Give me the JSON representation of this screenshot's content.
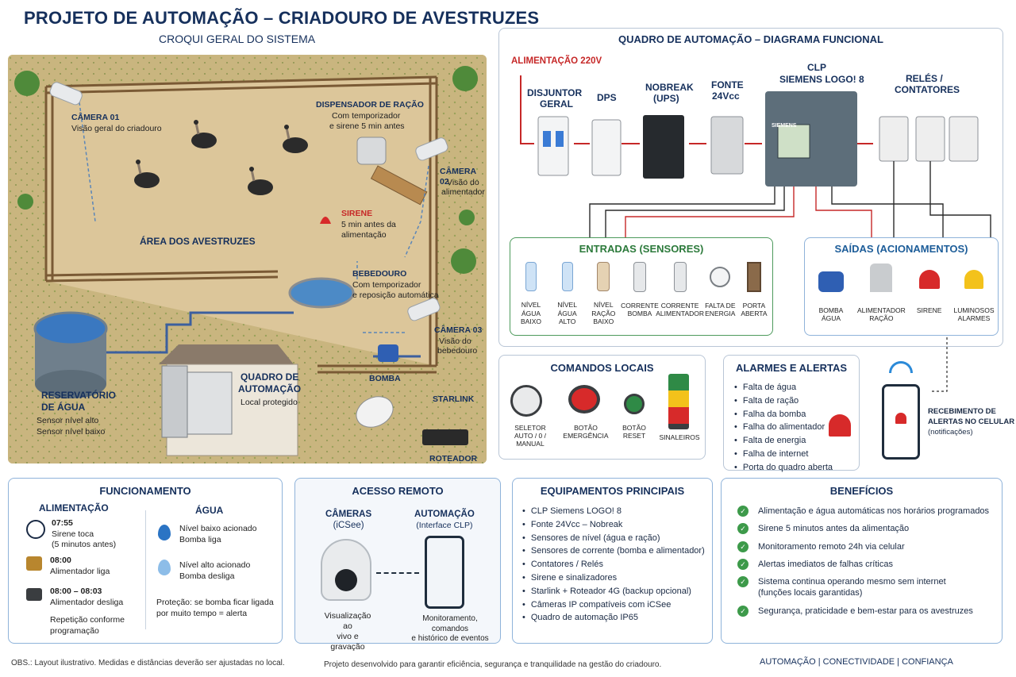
{
  "header": {
    "title": "PROJETO DE AUTOMAÇÃO – CRIADOURO DE AVESTRUZES",
    "subtitle": "CROQUI GERAL DO SISTEMA"
  },
  "site": {
    "camera1_title": "CÂMERA 01",
    "camera1_desc": "Visão geral do criadouro",
    "feeder_title": "DISPENSADOR DE RAÇÃO",
    "feeder_desc1": "Com temporizador",
    "feeder_desc2": "e sirene 5 min antes",
    "camera2_title": "CÂMERA 02",
    "camera2_desc1": "Visão do",
    "camera2_desc2": "alimentador",
    "siren_title": "SIRENE",
    "siren_desc1": "5 min antes da",
    "siren_desc2": "alimentação",
    "area_label": "ÁREA DOS AVESTRUZES",
    "drinker_title": "BEBEDOURO",
    "drinker_desc1": "Com temporizador",
    "drinker_desc2": "e reposição automática",
    "camera3_title": "CÂMERA 03",
    "camera3_desc1": "Visão do",
    "camera3_desc2": "bebedouro",
    "reservoir_title1": "RESERVATÓRIO",
    "reservoir_title2": "DE ÁGUA",
    "reservoir_s1": "Sensor nível alto",
    "reservoir_s2": "Sensor nível baixo",
    "panel_title1": "QUADRO DE",
    "panel_title2": "AUTOMAÇÃO",
    "panel_desc": "Local protegido",
    "pump_label": "BOMBA",
    "starlink_label": "STARLINK",
    "router_label": "ROTEADOR"
  },
  "functional": {
    "title": "QUADRO DE AUTOMAÇÃO – DIAGRAMA FUNCIONAL",
    "power": "ALIMENTAÇÃO 220V",
    "breaker1": "DISJUNTOR",
    "breaker2": "GERAL",
    "dps": "DPS",
    "ups1": "NOBREAK",
    "ups2": "(UPS)",
    "psu1": "FONTE",
    "psu2": "24Vcc",
    "plc1": "CLP",
    "plc2": "SIEMENS LOGO! 8",
    "relays1": "RELÉS /",
    "relays2": "CONTATORES",
    "plc_brand": "SIEMENS",
    "inputs_title": "ENTRADAS (SENSORES)",
    "inputs": [
      {
        "l1": "NÍVEL ÁGUA",
        "l2": "BAIXO"
      },
      {
        "l1": "NÍVEL ÁGUA",
        "l2": "ALTO"
      },
      {
        "l1": "NÍVEL RAÇÃO",
        "l2": "BAIXO"
      },
      {
        "l1": "CORRENTE",
        "l2": "BOMBA"
      },
      {
        "l1": "CORRENTE",
        "l2": "ALIMENTADOR"
      },
      {
        "l1": "FALTA DE",
        "l2": "ENERGIA"
      },
      {
        "l1": "PORTA",
        "l2": "ABERTA"
      }
    ],
    "outputs_title": "SAÍDAS (ACIONAMENTOS)",
    "outputs": [
      {
        "l1": "BOMBA",
        "l2": "ÁGUA"
      },
      {
        "l1": "ALIMENTADOR",
        "l2": "RAÇÃO"
      },
      {
        "l1": "SIRENE",
        "l2": ""
      },
      {
        "l1": "LUMINOSOS",
        "l2": "ALARMES"
      }
    ]
  },
  "local": {
    "title": "COMANDOS LOCAIS",
    "selector1": "SELETOR",
    "selector2": "AUTO / 0 / MANUAL",
    "emerg1": "BOTÃO",
    "emerg2": "EMERGÊNCIA",
    "reset1": "BOTÃO",
    "reset2": "RESET",
    "signals": "SINALEIROS"
  },
  "alarms": {
    "title": "ALARMES E ALERTAS",
    "items": [
      "Falta de água",
      "Falta de ração",
      "Falha da bomba",
      "Falha do alimentador",
      "Falta de energia",
      "Falha de internet",
      "Porta do quadro aberta"
    ],
    "phone1": "RECEBIMENTO DE",
    "phone2": "ALERTAS NO CELULAR",
    "phone3": "(notificações)"
  },
  "operation": {
    "title": "FUNCIONAMENTO",
    "feed_title": "ALIMENTAÇÃO",
    "water_title": "ÁGUA",
    "t1": "07:55",
    "t1a": "Sirene toca",
    "t1b": "(5 minutos antes)",
    "t2": "08:00",
    "t2a": "Alimentador liga",
    "t3": "08:00 – 08:03",
    "t3a": "Alimentador desliga",
    "rep1": "Repetição conforme",
    "rep2": "programação",
    "w1a": "Nível baixo acionado",
    "w1b": "Bomba liga",
    "w2a": "Nível alto acionado",
    "w2b": "Bomba desliga",
    "prot1": "Proteção: se bomba ficar ligada",
    "prot2": "por muito tempo = alerta"
  },
  "remote": {
    "title": "ACESSO REMOTO",
    "cam_title1": "CÂMERAS",
    "cam_title2": "(iCSee)",
    "auto_title1": "AUTOMAÇÃO",
    "auto_title2": "(Interface CLP)",
    "cam_desc1": "Visualização ao",
    "cam_desc2": "vivo e gravação",
    "auto_desc1": "Monitoramento, comandos",
    "auto_desc2": "e histórico de eventos"
  },
  "equipment": {
    "title": "EQUIPAMENTOS PRINCIPAIS",
    "items": [
      "CLP Siemens LOGO! 8",
      "Fonte 24Vcc – Nobreak",
      "Sensores de nível (água e ração)",
      "Sensores de corrente (bomba e alimentador)",
      "Contatores / Relés",
      "Sirene e sinalizadores",
      "Starlink + Roteador 4G (backup opcional)",
      "Câmeras IP compatíveis com iCSee",
      "Quadro de automação IP65"
    ]
  },
  "benefits": {
    "title": "BENEFÍCIOS",
    "items": [
      [
        "Alimentação e água automáticas nos horários programados",
        ""
      ],
      [
        "Sirene 5 minutos antes da alimentação",
        ""
      ],
      [
        "Monitoramento remoto 24h via celular",
        ""
      ],
      [
        "Alertas imediatos de falhas críticas",
        ""
      ],
      [
        "Sistema continua operando mesmo sem internet",
        "(funções locais garantidas)"
      ],
      [
        "Segurança, praticidade e bem-estar para os avestruzes",
        ""
      ]
    ]
  },
  "footer": {
    "obs": "OBS.: Layout ilustrativo. Medidas e distâncias deverão ser ajustadas no local.",
    "mid": "Projeto desenvolvido para garantir eficiência, segurança e tranquilidade na gestão do criadouro.",
    "right": "AUTOMAÇÃO | CONECTIVIDADE | CONFIANÇA"
  },
  "colors": {
    "navy": "#16305c",
    "green": "#2c7a3b",
    "power_red": "#c62828",
    "ground": "#d9c197"
  }
}
